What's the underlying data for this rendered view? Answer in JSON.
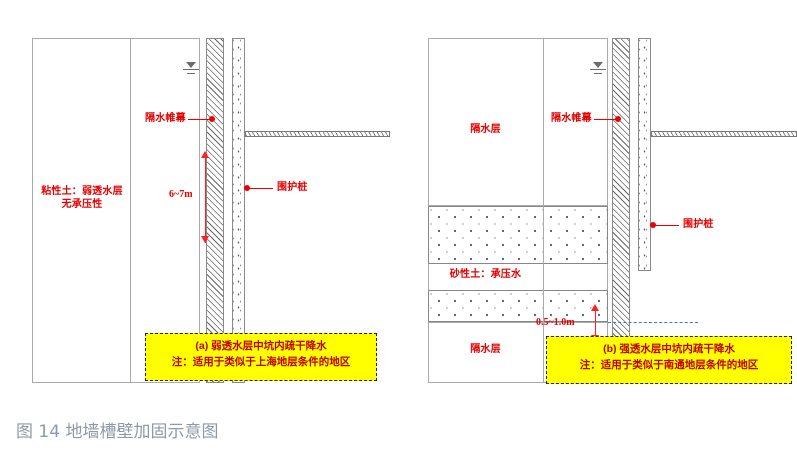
{
  "figure": {
    "caption": "图 14 地墙槽壁加固示意图"
  },
  "panel_a": {
    "id": "a",
    "soil_label": "粘性土：弱透水层",
    "soil_label_line2": "无承压性",
    "curtain_label": "隔水帷幕",
    "pile_label": "围护桩",
    "dimension": "6~7m",
    "callout_title": "(a) 弱透水层中坑内疏干降水",
    "callout_note": "注：适用于类似于上海地层条件的地区"
  },
  "panel_b": {
    "id": "b",
    "aquitard_upper_label": "隔水层",
    "sand_label": "砂性土：承压水",
    "aquitard_lower_label": "隔水层",
    "curtain_label": "隔水帷幕",
    "pile_label": "围护桩",
    "dimension": "0.5~1.0m",
    "callout_title": "(b) 强透水层中坑内疏干降水",
    "callout_note": "注：适用于类似于南通地层条件的地区"
  },
  "colors": {
    "annotation_red": "#e60000",
    "callout_fill": "#ffff00",
    "callout_border": "#222222",
    "caption_gray": "#8d9aa8",
    "dimension_blue": "#4a6fc4",
    "frame_gray": "#aaaaaa"
  },
  "icons": {
    "groundwater": "groundwater-table-icon",
    "leader": "leader-arrow-icon"
  }
}
